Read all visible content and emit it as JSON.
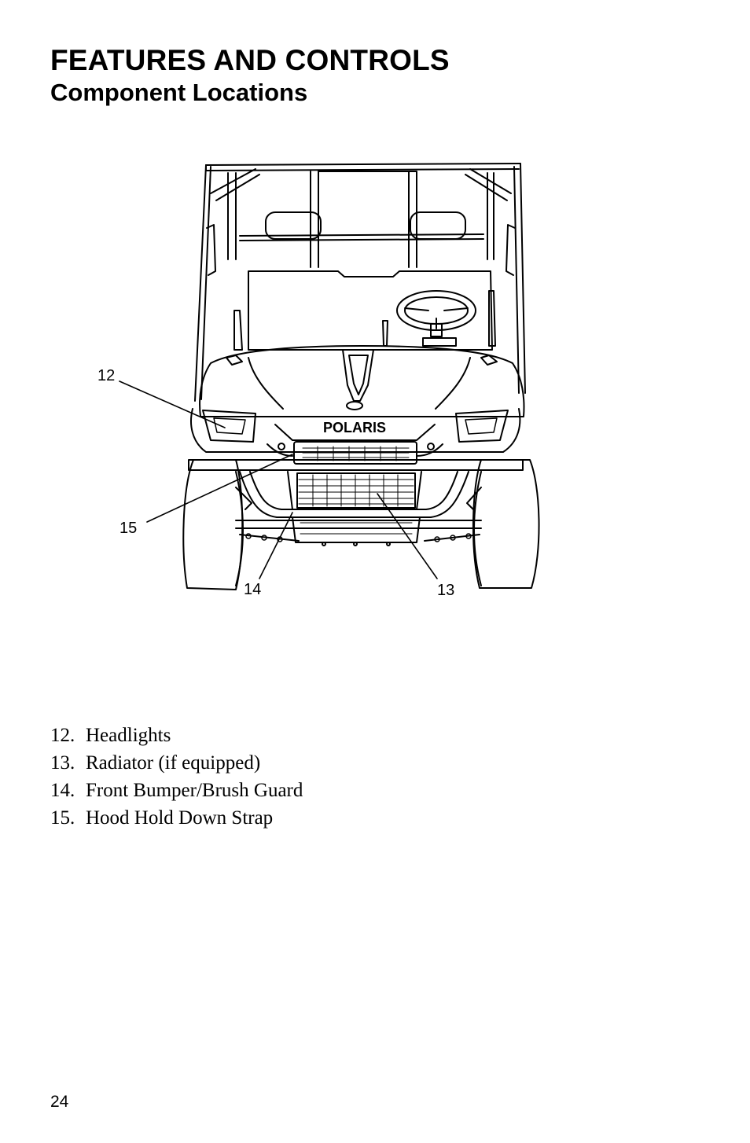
{
  "header": {
    "title": "FEATURES AND CONTROLS",
    "subtitle": "Component Locations"
  },
  "figure": {
    "brand_text": "POLARIS",
    "callouts": [
      "12",
      "15",
      "14",
      "13"
    ]
  },
  "legend": {
    "items": [
      {
        "num": "12.",
        "label": "Headlights"
      },
      {
        "num": "13.",
        "label": "Radiator (if equipped)"
      },
      {
        "num": "14.",
        "label": "Front Bumper/Brush Guard"
      },
      {
        "num": "15.",
        "label": "Hood Hold Down Strap"
      }
    ]
  },
  "footer": {
    "page_number": "24"
  }
}
